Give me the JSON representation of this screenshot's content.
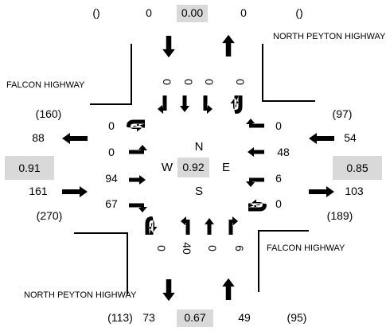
{
  "roads": {
    "north_east": "NORTH PEYTON HIGHWAY",
    "north_west": "FALCON HIGHWAY",
    "south_east": "FALCON HIGHWAY",
    "south_west": "NORTH PEYTON HIGHWAY"
  },
  "north": {
    "left_paren": "()",
    "in_volume": "0",
    "phf": "0.00",
    "out_volume": "0",
    "right_paren": "()",
    "lanes": [
      "0",
      "0",
      "0",
      "0"
    ]
  },
  "west": {
    "upper_paren": "(160)",
    "out_volume": "88",
    "phf": "0.91",
    "in_volume": "161",
    "lower_paren": "(270)",
    "lanes": [
      "0",
      "0",
      "94",
      "67"
    ]
  },
  "east": {
    "upper_paren": "(97)",
    "in_volume": "54",
    "phf": "0.85",
    "out_volume": "103",
    "lower_paren": "(189)",
    "lanes": [
      "0",
      "48",
      "6",
      "0"
    ]
  },
  "south": {
    "left_paren": "(113)",
    "out_volume": "73",
    "phf": "0.67",
    "in_volume": "49",
    "right_paren": "(95)",
    "lanes": [
      "0",
      "40",
      "0",
      "6"
    ]
  },
  "center": {
    "north": "N",
    "west": "W",
    "phf": "0.92",
    "east": "E",
    "south": "S"
  },
  "colors": {
    "phf_box": "#d9d9d9",
    "ink": "#000000"
  }
}
